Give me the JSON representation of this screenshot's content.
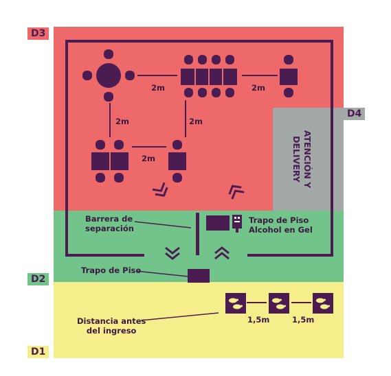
{
  "colors": {
    "d3_zone": "#ee6a6a",
    "d2_zone": "#72c48a",
    "d1_zone": "#f5ee8a",
    "d4_zone": "#a3a9a6",
    "label_bg": "#ee6a6a",
    "purple": "#4b1c52"
  },
  "zones": {
    "d1": "D1",
    "d2": "D2",
    "d3": "D3",
    "d4": "D4"
  },
  "distances": {
    "top_left": "2m",
    "top_right": "2m",
    "left_vertical": "2m",
    "mid_vertical": "2m",
    "bottom_table": "2m",
    "foot_1": "1,5m",
    "foot_2": "1,5m"
  },
  "counter": {
    "line1": "ATENCIÓN Y",
    "line2": "DELIVERY"
  },
  "labels": {
    "barrier": "Barrera de",
    "barrier2": "separación",
    "floor_mat_top": "Trapo de Piso",
    "alcohol_gel": "Alcohol en Gel",
    "floor_mat_entry": "Trapo de Piso",
    "distance_before": "Distancia antes",
    "distance_before2": "del ingreso"
  },
  "icons": {
    "arrows_in": "double-chevron-down-icon",
    "arrows_out": "double-chevron-up-icon",
    "footprints": "footprints-icon",
    "gel": "alcohol-gel-dispenser-icon"
  }
}
